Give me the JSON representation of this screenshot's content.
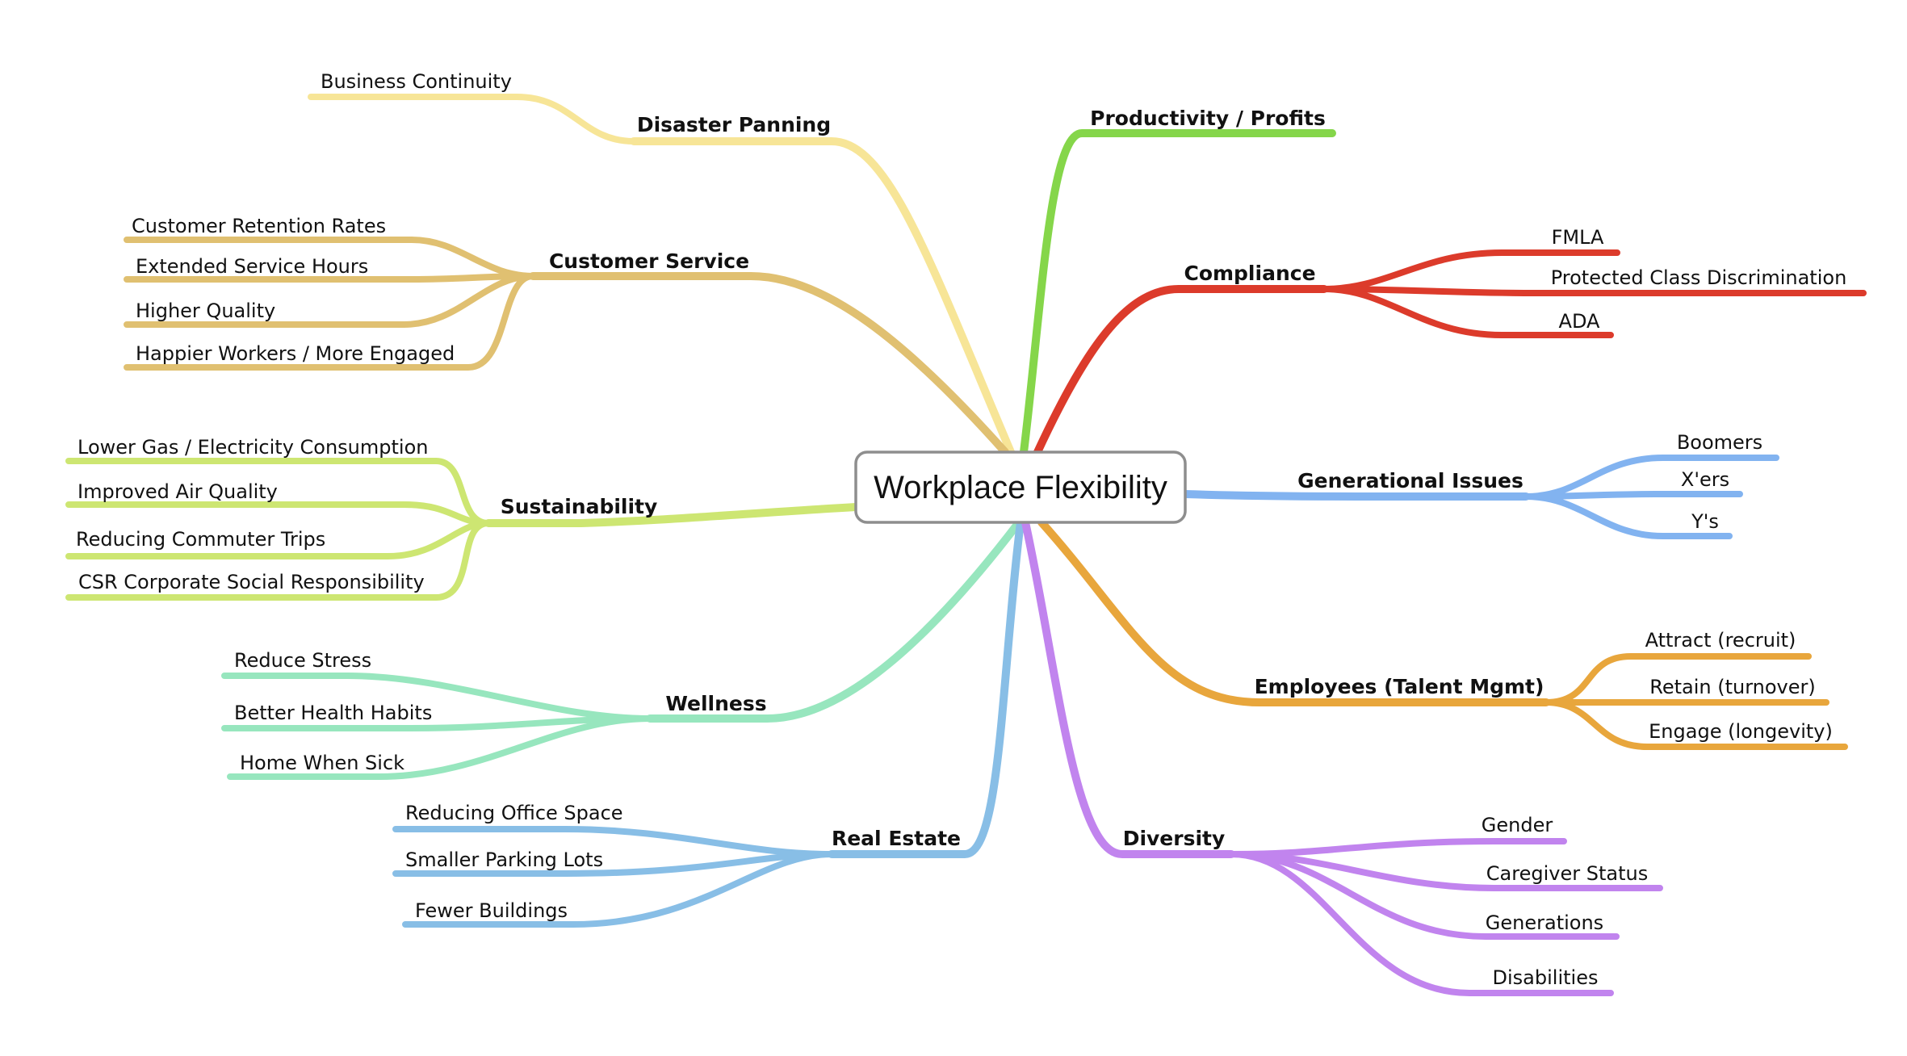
{
  "root": {
    "label": "Workplace Flexibility",
    "border_color": "#8e8e8e"
  },
  "branches": [
    {
      "id": "disaster",
      "label": "Disaster Panning",
      "color": "#f7e597",
      "children": [
        {
          "label": "Business Continuity"
        }
      ]
    },
    {
      "id": "customer",
      "label": "Customer Service",
      "color": "#e0c071",
      "children": [
        {
          "label": "Customer Retention Rates"
        },
        {
          "label": "Extended Service Hours"
        },
        {
          "label": "Higher Quality"
        },
        {
          "label": "Happier Workers / More Engaged"
        }
      ]
    },
    {
      "id": "sustainability",
      "label": "Sustainability",
      "color": "#cde672",
      "children": [
        {
          "label": "Lower Gas / Electricity Consumption"
        },
        {
          "label": "Improved Air Quality"
        },
        {
          "label": "Reducing Commuter Trips"
        },
        {
          "label": "CSR Corporate Social Responsibility"
        }
      ]
    },
    {
      "id": "wellness",
      "label": "Wellness",
      "color": "#97e6be",
      "children": [
        {
          "label": "Reduce Stress"
        },
        {
          "label": "Better Health Habits"
        },
        {
          "label": "Home When Sick"
        }
      ]
    },
    {
      "id": "realestate",
      "label": "Real Estate",
      "color": "#88bee6",
      "children": [
        {
          "label": "Reducing Office Space"
        },
        {
          "label": "Smaller Parking Lots"
        },
        {
          "label": "Fewer Buildings"
        }
      ]
    },
    {
      "id": "productivity",
      "label": "Productivity / Profits",
      "color": "#85d64a",
      "children": []
    },
    {
      "id": "compliance",
      "label": "Compliance",
      "color": "#dc3b2b",
      "children": [
        {
          "label": "FMLA"
        },
        {
          "label": "Protected Class Discrimination"
        },
        {
          "label": "ADA"
        }
      ]
    },
    {
      "id": "generational",
      "label": "Generational Issues",
      "color": "#82b3f0",
      "children": [
        {
          "label": "Boomers"
        },
        {
          "label": "X'ers"
        },
        {
          "label": "Y's"
        }
      ]
    },
    {
      "id": "employees",
      "label": "Employees (Talent Mgmt)",
      "color": "#e8a63c",
      "children": [
        {
          "label": "Attract (recruit)"
        },
        {
          "label": "Retain (turnover)"
        },
        {
          "label": "Engage (longevity)"
        }
      ]
    },
    {
      "id": "diversity",
      "label": "Diversity",
      "color": "#c184ee",
      "children": [
        {
          "label": "Gender"
        },
        {
          "label": "Caregiver Status"
        },
        {
          "label": "Generations"
        },
        {
          "label": "Disabilities"
        }
      ]
    }
  ]
}
